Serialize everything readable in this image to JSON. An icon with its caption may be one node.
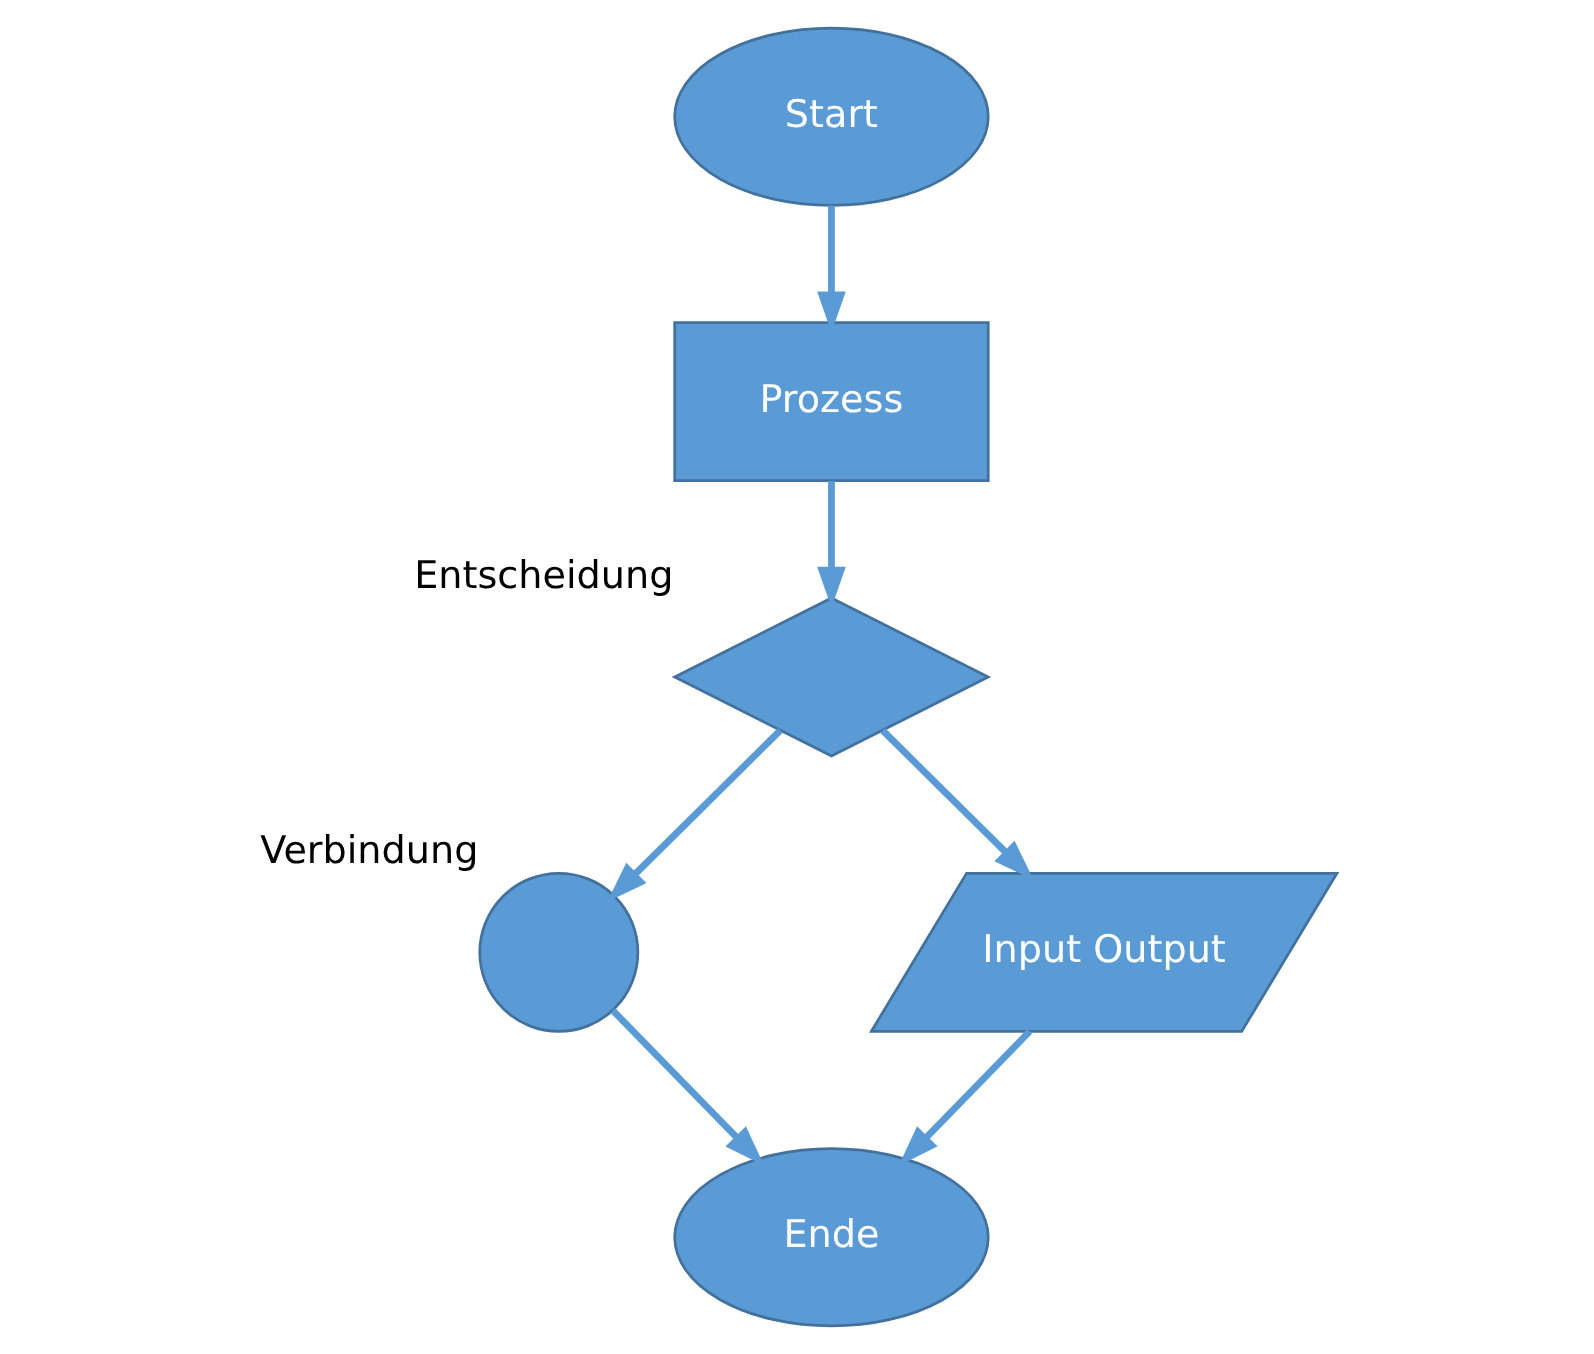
{
  "diagram": {
    "nodes": [
      {
        "text": [
          "Start"
        ]
      },
      {
        "text": [
          "Prozess"
        ]
      },
      {
        "text": [],
        "shape": "diamond",
        "beside": [
          "Entscheidung"
        ]
      },
      {
        "text": [],
        "shape": "circle",
        "beside": [
          "Verbindung"
        ]
      },
      {
        "text": [
          "Input Output"
        ]
      },
      {
        "text": [
          "Ende"
        ]
      }
    ],
    "edges": [
      {
        "from": 0,
        "to": 1,
        "arrow": "to"
      },
      {
        "from": 1,
        "to": 2,
        "arrow": "to"
      },
      {
        "from": 2,
        "to": 3,
        "arrow": "to"
      },
      {
        "from": 2,
        "to": 4,
        "arrow": "to"
      },
      {
        "from": 3,
        "to": 5,
        "arrow": "to"
      },
      {
        "from": 4,
        "to": 5,
        "arrow": "to"
      }
    ]
  }
}
